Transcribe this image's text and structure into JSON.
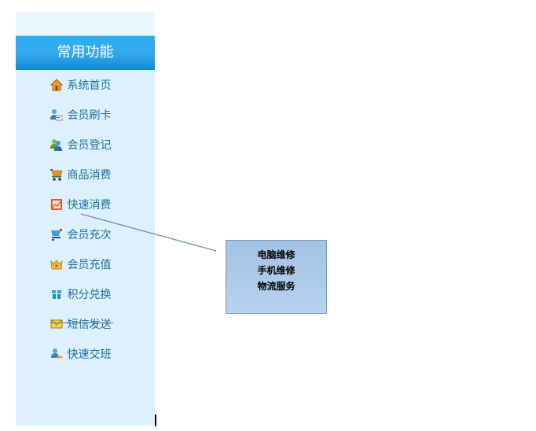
{
  "sidebar": {
    "title": "常用功能",
    "items": [
      {
        "label": "系统首页",
        "icon": "home-icon"
      },
      {
        "label": "会员刷卡",
        "icon": "member-card-icon"
      },
      {
        "label": "会员登记",
        "icon": "member-register-icon"
      },
      {
        "label": "商品消费",
        "icon": "shopping-cart-icon"
      },
      {
        "label": "快速消费",
        "icon": "chart-icon"
      },
      {
        "label": "会员充次",
        "icon": "cart-recharge-icon"
      },
      {
        "label": "会员充值",
        "icon": "crown-icon"
      },
      {
        "label": "积分兑换",
        "icon": "gift-icon"
      },
      {
        "label": "短信发送",
        "icon": "envelope-icon"
      },
      {
        "label": "快速交班",
        "icon": "user-transfer-icon"
      }
    ]
  },
  "popup": {
    "lines": [
      "电脑维修",
      "手机维修",
      "物流服务"
    ]
  },
  "colors": {
    "sidebar_bg": "#dcf1fd",
    "header_bg": "#2ab0f0",
    "menu_text": "#1f6f9f",
    "popup_bg": "#a4c2e4",
    "connector": "#6a8fb5"
  }
}
